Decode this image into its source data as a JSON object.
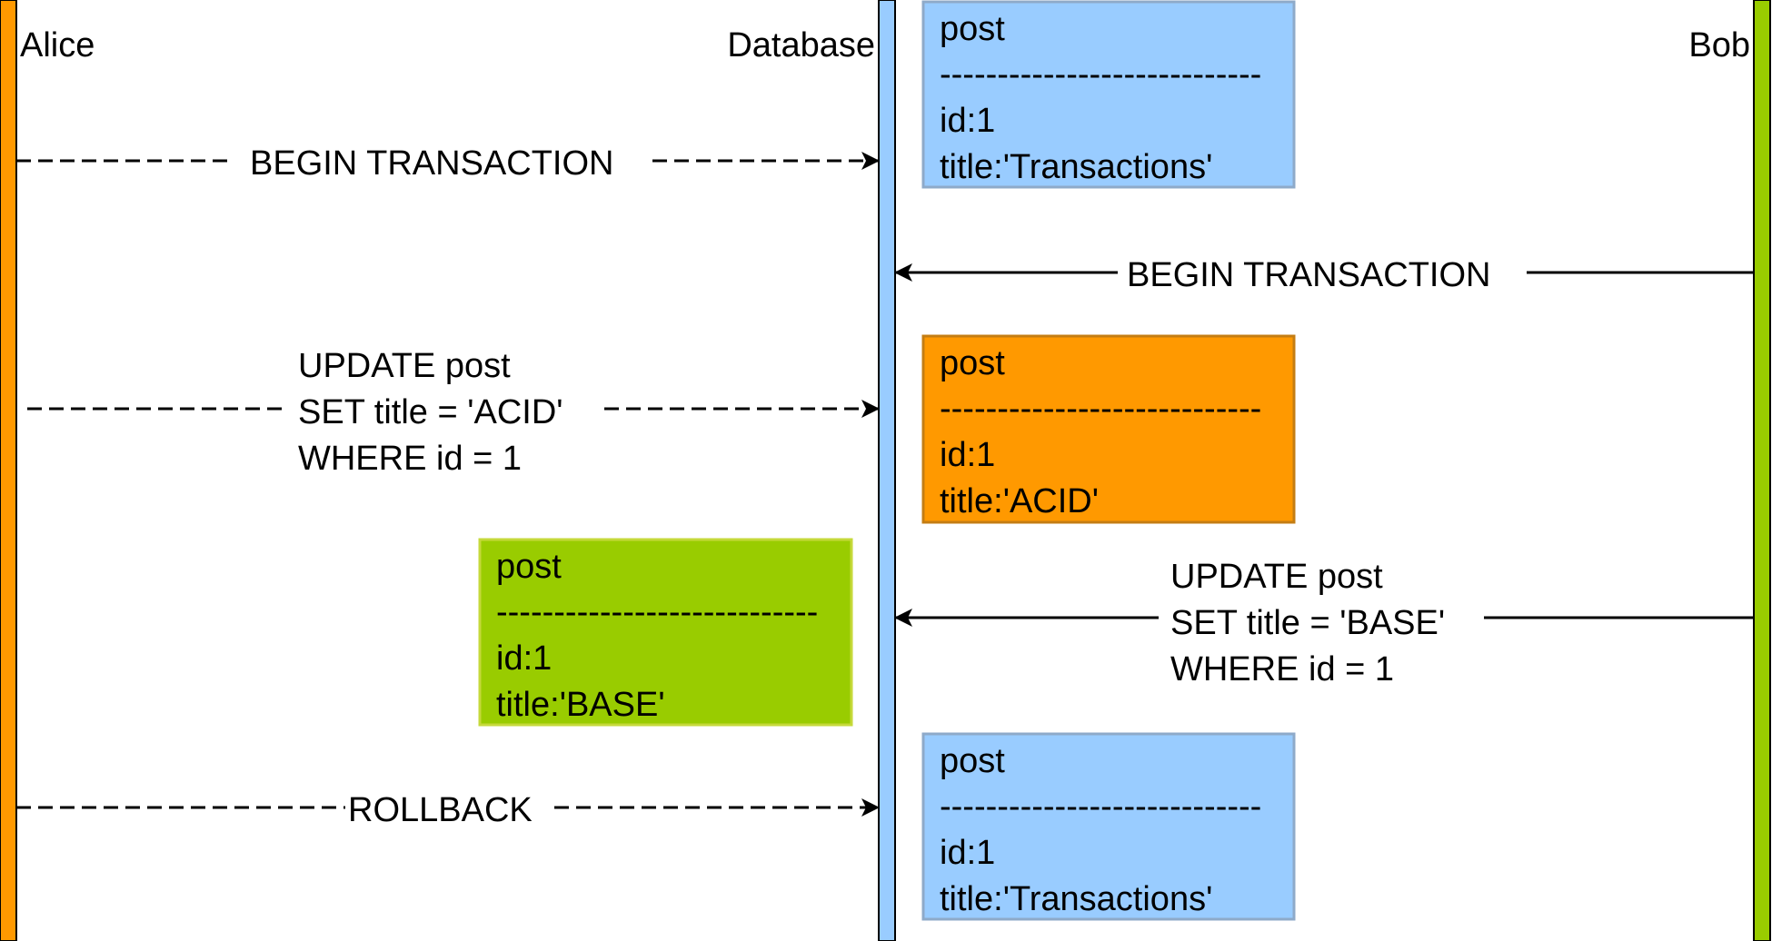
{
  "participants": {
    "alice": {
      "label": "Alice",
      "color": "#ff9900"
    },
    "database": {
      "label": "Database",
      "color": "#99ccff"
    },
    "bob": {
      "label": "Bob",
      "color": "#99cc00"
    }
  },
  "messages": {
    "alice_begin": {
      "lines": [
        "BEGIN TRANSACTION"
      ],
      "style": "dashed"
    },
    "bob_begin": {
      "lines": [
        "BEGIN TRANSACTION"
      ],
      "style": "solid"
    },
    "alice_update": {
      "lines": [
        "UPDATE post",
        "SET title = 'ACID'",
        "WHERE id = 1"
      ],
      "style": "dashed"
    },
    "bob_update": {
      "lines": [
        "UPDATE post",
        "SET title = 'BASE'",
        "WHERE id = 1"
      ],
      "style": "solid"
    },
    "alice_rollback": {
      "lines": [
        "ROLLBACK"
      ],
      "style": "dashed"
    }
  },
  "records": {
    "db_initial": {
      "table": "post",
      "separator": "----------------------------",
      "id": "id:1",
      "title": "title:'Transactions'",
      "fill": "#99ccff"
    },
    "alice_view": {
      "table": "post",
      "separator": "----------------------------",
      "id": "id:1",
      "title": "title:'ACID'",
      "fill": "#ff9900"
    },
    "bob_view": {
      "table": "post",
      "separator": "----------------------------",
      "id": "id:1",
      "title": "title:'BASE'",
      "fill": "#99cc00"
    },
    "db_final": {
      "table": "post",
      "separator": "----------------------------",
      "id": "id:1",
      "title": "title:'Transactions'",
      "fill": "#99ccff"
    }
  }
}
